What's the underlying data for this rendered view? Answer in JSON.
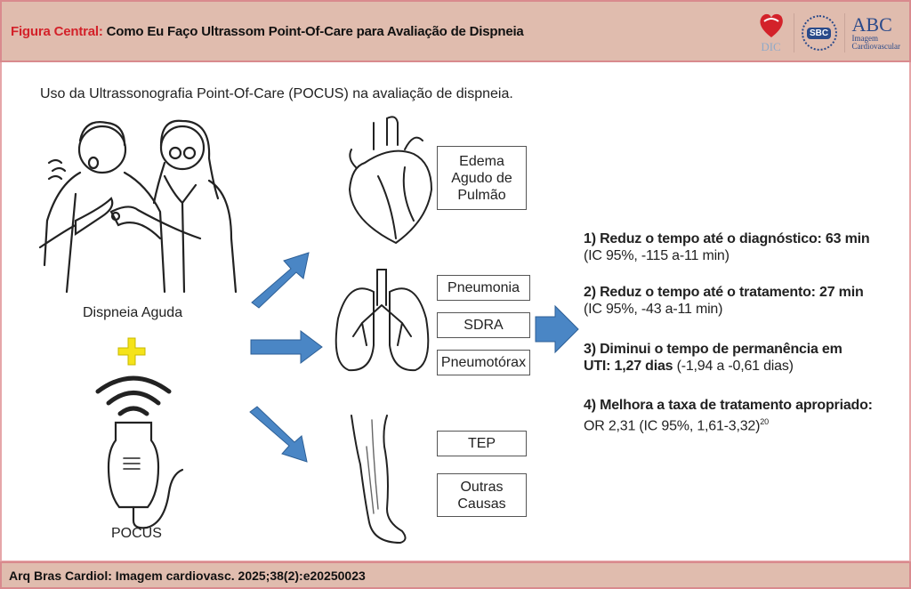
{
  "header": {
    "title_prefix": "Figura Central:",
    "title": "Como Eu Faço Ultrassom Point-Of-Care para Avaliação de Dispneia",
    "logos": {
      "dic": "DIC",
      "sbc": "SBC",
      "abc": "ABC",
      "abc_sub1": "Imagem",
      "abc_sub2": "Cardiovascular"
    }
  },
  "subtitle": "Uso da Ultrassonografia Point-Of-Care (POCUS) na avaliação de dispneia.",
  "left": {
    "patient_label": "Dispneia Aguda",
    "device_label": "POCUS"
  },
  "boxes": {
    "heart": "Edema Agudo de Pulmão",
    "lung1": "Pneumonia",
    "lung2": "SDRA",
    "lung3": "Pneumotórax",
    "leg1": "TEP",
    "leg2": "Outras Causas"
  },
  "results": [
    {
      "bold": "1) Reduz o tempo até o diagnóstico: 63 min",
      "normal": "(IC 95%, -115 a-11 min)"
    },
    {
      "bold": "2) Reduz o tempo até o tratamento: 27 min",
      "normal": "(IC 95%, -43 a-11 min)"
    },
    {
      "bold1": "3) Diminui o tempo de permanência em",
      "bold2": "UTI: 1,27 dias",
      "normal": " (-1,94 a -0,61 dias)"
    },
    {
      "bold": "4) Melhora a taxa de tratamento apropriado:",
      "normal": "OR 2,31 (IC 95%, 1,61-3,32)",
      "sup": "20"
    }
  ],
  "footer": "Arq Bras Cardiol: Imagem cardiovasc. 2025;38(2):e20250023",
  "colors": {
    "header_bg": "#e0bcae",
    "accent_red": "#d3222a",
    "arrow_blue": "#4a86c5",
    "plus_yellow": "#f5e31a"
  }
}
